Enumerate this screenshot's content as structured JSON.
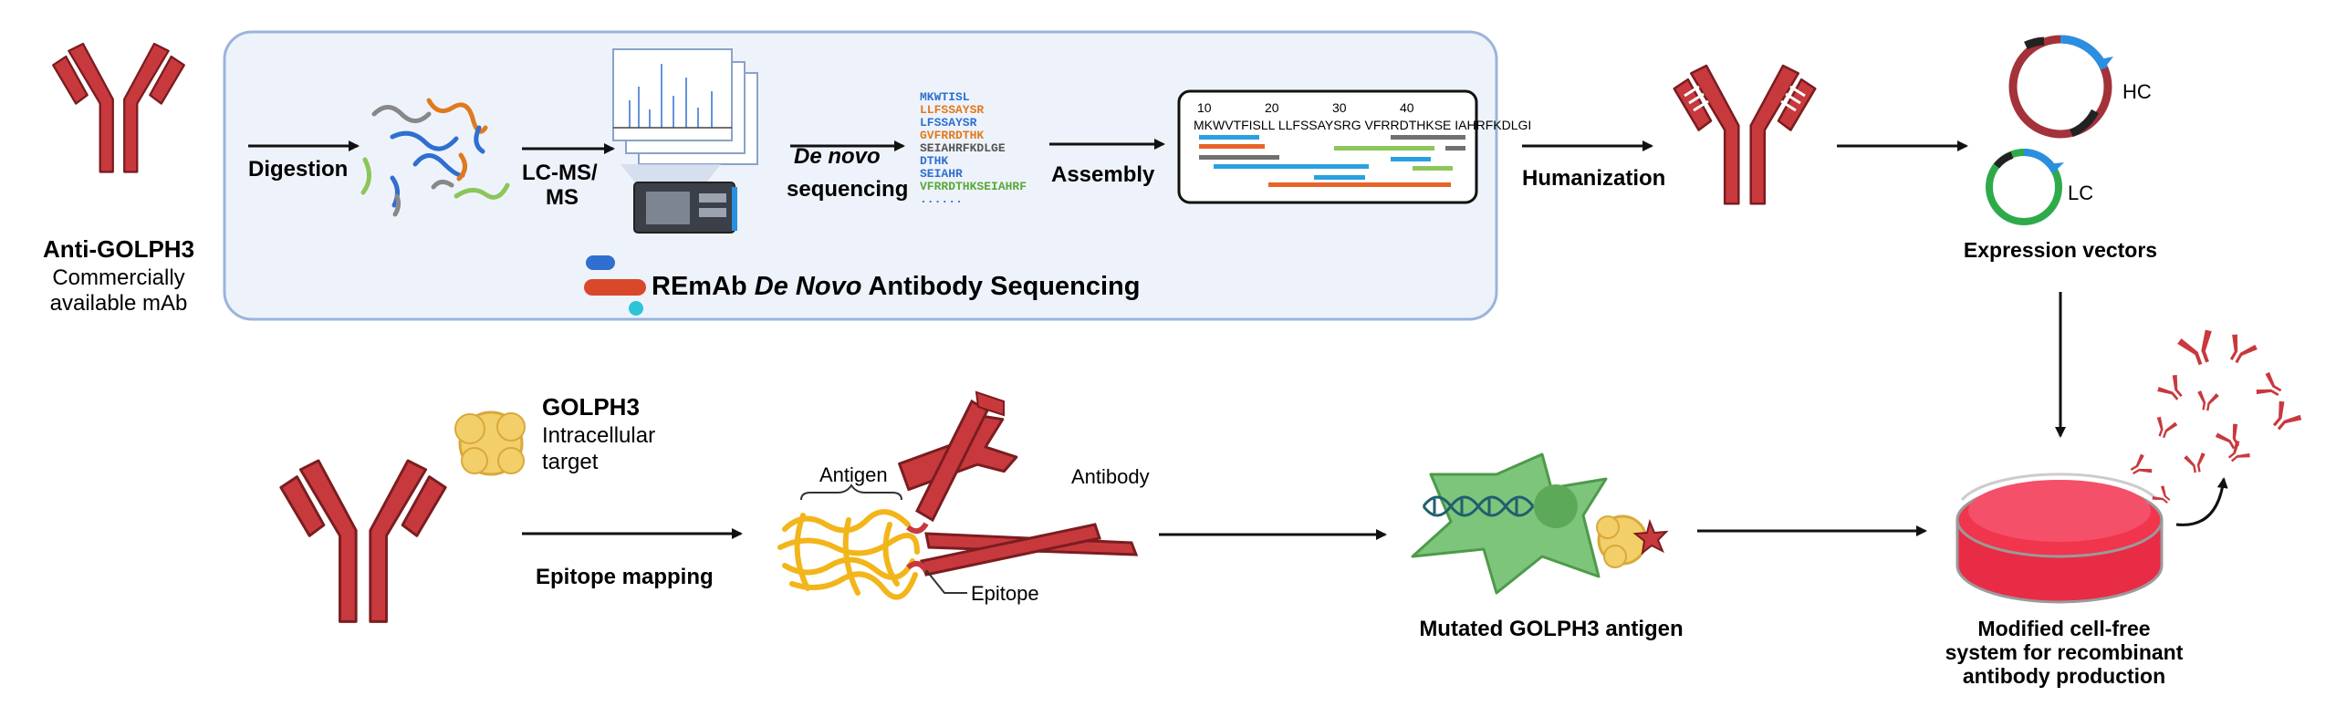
{
  "source_antibody": {
    "name": "Anti-GOLPH3",
    "desc_line1": "Commercially",
    "desc_line2": "available mAb"
  },
  "pipeline": {
    "digestion": "Digestion",
    "lcms_line1": "LC-MS/",
    "lcms_line2": "MS",
    "denovo_line1": "De novo",
    "denovo_line2": "sequencing",
    "assembly": "Assembly",
    "brand_prefix": "REmAb ",
    "brand_italic": "De Novo",
    "brand_suffix": " Antibody Sequencing",
    "peptides": [
      {
        "text": "MKWTISL",
        "color": "#2f6fd0"
      },
      {
        "text": "LLFSSAYSR",
        "color": "#e07a1f"
      },
      {
        "text": "LFSSAYSR",
        "color": "#2f6fd0"
      },
      {
        "text": "GVFRRDTHK",
        "color": "#e07a1f"
      },
      {
        "text": "SEIAHRFKDLGE",
        "color": "#555555"
      },
      {
        "text": "DTHK",
        "color": "#2f6fd0"
      },
      {
        "text": "SEIAHR",
        "color": "#2f6fd0"
      },
      {
        "text": "VFRRDTHKSEIAHRF",
        "color": "#5aa83a"
      },
      {
        "text": "......",
        "color": "#2f6fd0"
      }
    ],
    "assembly_ticks": [
      "10",
      "20",
      "30",
      "40"
    ],
    "assembly_sequence": "MKWVTFISLL LLFSSAYSRG VFRRDTHKSE IAHRFKDLGI"
  },
  "humanization": "Humanization",
  "vectors": {
    "hc": "HC",
    "lc": "LC",
    "label": "Expression vectors",
    "colors": {
      "hc": "#a3323a",
      "lc": "#2eaa4a",
      "arrow": "#2a8fe0"
    }
  },
  "target": {
    "name": "GOLPH3",
    "desc_line1": "Intracellular",
    "desc_line2": "target"
  },
  "epitope_mapping": "Epitope mapping",
  "complex": {
    "antigen": "Antigen",
    "antibody": "Antibody",
    "epitope": "Epitope"
  },
  "mutated": "Mutated GOLPH3 antigen",
  "production": {
    "line1": "Modified cell-free",
    "line2": "system for recombinant",
    "line3": "antibody production"
  },
  "colors": {
    "antibody": "#c8393d",
    "panel_fill": "#eef3fb",
    "panel_stroke": "#9ab4dc",
    "dish": "#f0354c",
    "cell": "#7dc57a"
  }
}
